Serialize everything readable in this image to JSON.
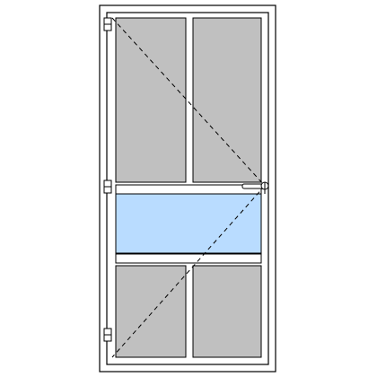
{
  "door": {
    "type": "single-door-left-hinged",
    "opening_direction": "inward-left",
    "hinge_count": 3,
    "handle_side": "right",
    "panels": [
      {
        "id": "top-left",
        "fill": "opaque-panel"
      },
      {
        "id": "top-right",
        "fill": "opaque-panel"
      },
      {
        "id": "middle",
        "fill": "glass"
      },
      {
        "id": "bottom-left",
        "fill": "opaque-panel"
      },
      {
        "id": "bottom-right",
        "fill": "opaque-panel"
      }
    ]
  },
  "colors": {
    "frame": "#ffffff",
    "outline": "#000000",
    "panel": "#c0c0c0",
    "glass": "#b9dcff",
    "opening_line": "#000000"
  },
  "icons": {
    "hinge": "hinge-icon",
    "handle": "door-handle-icon"
  }
}
